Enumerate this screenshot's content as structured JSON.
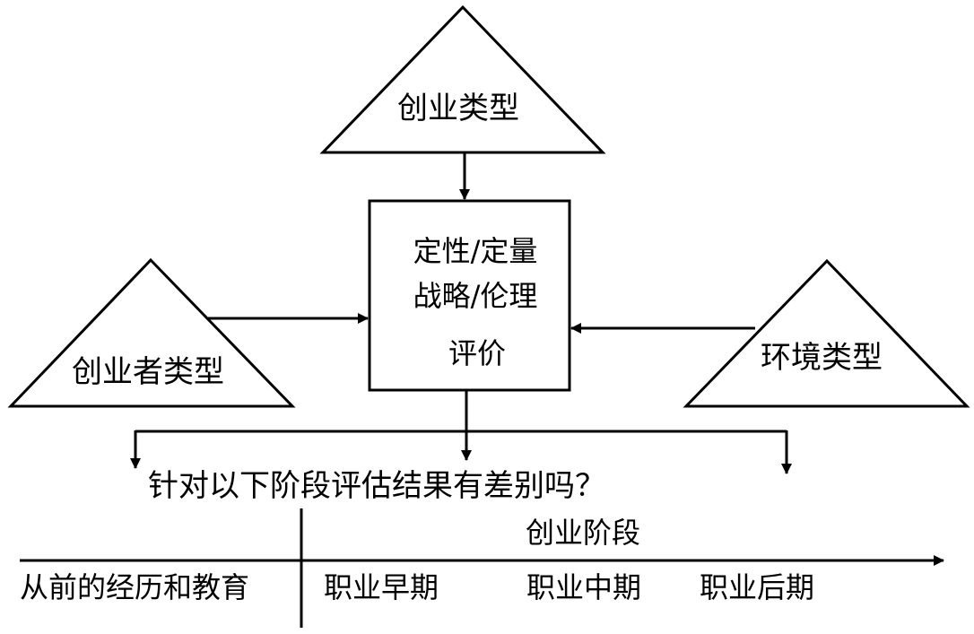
{
  "colors": {
    "stroke": "#000000",
    "background": "#ffffff",
    "text": "#000000"
  },
  "top_triangle": {
    "label": "创业类型"
  },
  "left_triangle": {
    "label": "创业者类型"
  },
  "right_triangle": {
    "label": "环境类型"
  },
  "center_box": {
    "lines": [
      "定性/定量",
      "战略/伦理",
      "评价"
    ]
  },
  "question": "针对以下阶段评估结果有差别吗？",
  "timeline": {
    "title": "创业阶段",
    "left_label": "从前的经历和教育",
    "stages": [
      "职业早期",
      "职业中期",
      "职业后期"
    ]
  }
}
